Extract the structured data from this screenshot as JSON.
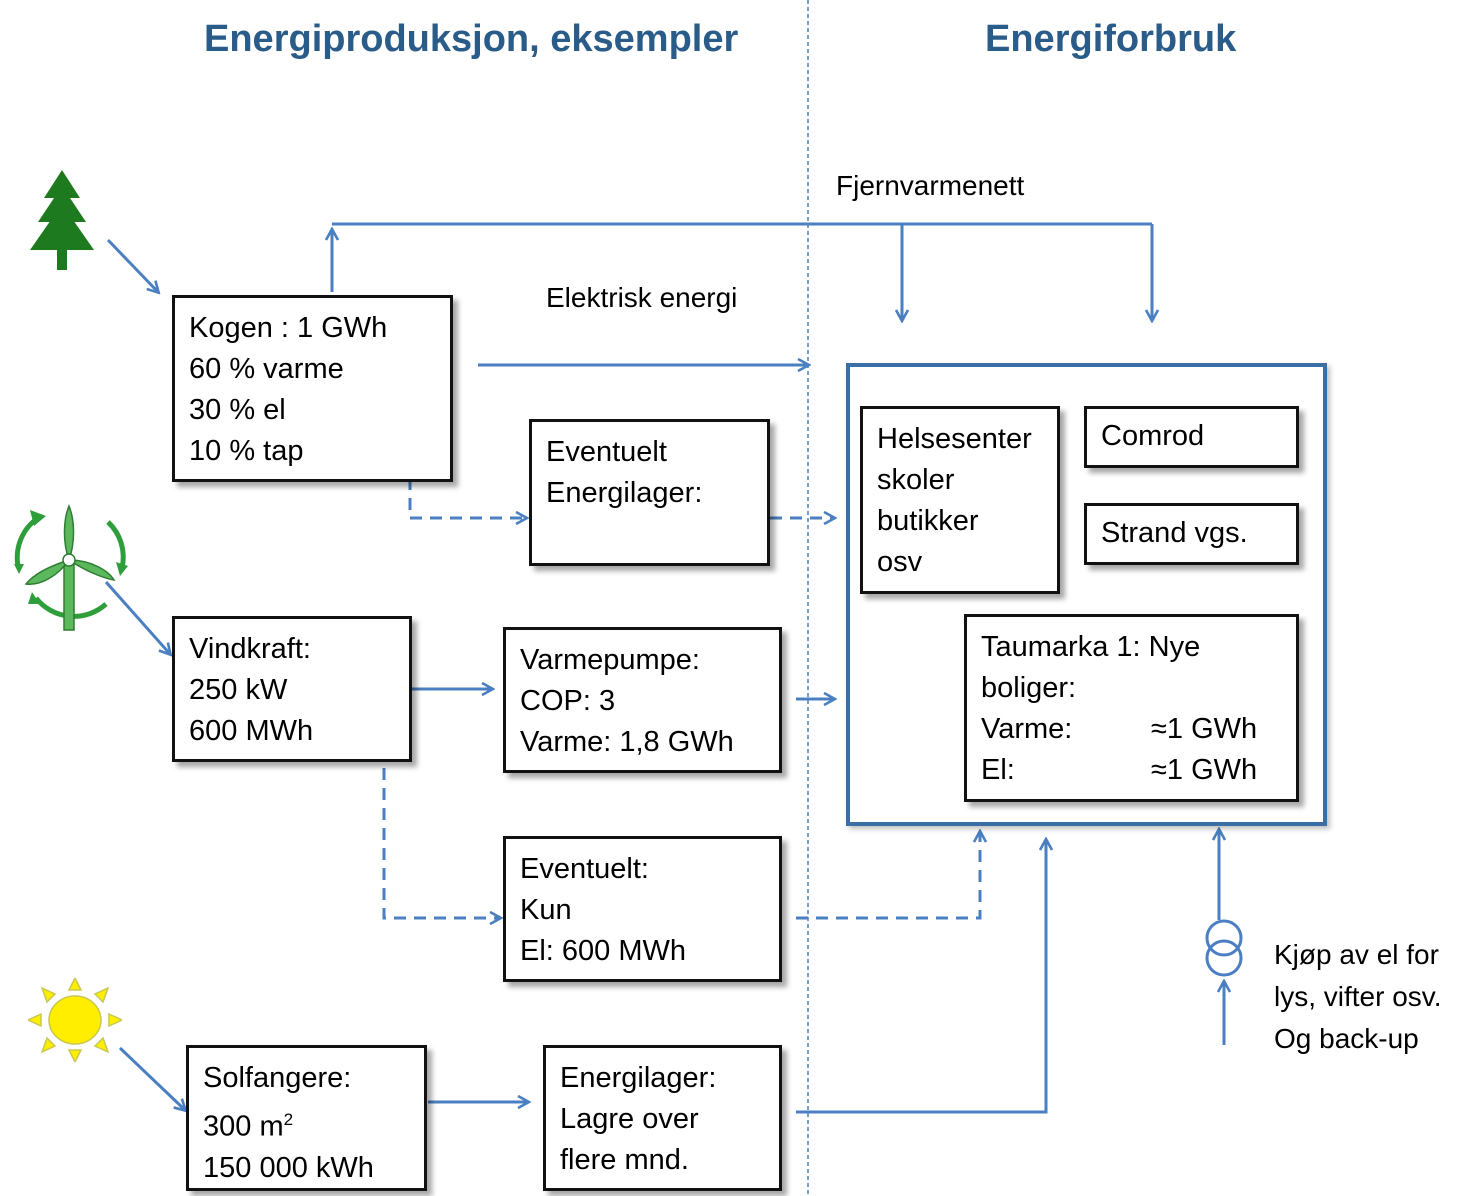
{
  "headings": {
    "left": "Energiproduksjon, eksempler",
    "right": "Energiforbruk"
  },
  "labels": {
    "district_heating": "Fjernvarmenett",
    "electric_energy": "Elektrisk energi",
    "purchase": [
      "Kjøp av el for",
      "lys, vifter osv.",
      "Og back-up"
    ]
  },
  "producers": {
    "kogen": [
      "Kogen : 1 GWh",
      "60 % varme",
      "30 % el",
      "10 % tap"
    ],
    "vindkraft": [
      "Vindkraft:",
      "250 kW",
      "600 MWh"
    ],
    "solfangere": {
      "line1": "Solfangere:",
      "area_value": "300 m",
      "area_sup": "2",
      "line3": "150 000 kWh"
    }
  },
  "converters": {
    "energilager_optional": [
      "Eventuelt",
      "Energilager:"
    ],
    "varmepumpe": [
      "Varmepumpe:",
      "COP: 3",
      "Varme: 1,8 GWh"
    ],
    "kun_el": [
      "Eventuelt:",
      "Kun",
      "El: 600 MWh"
    ],
    "energilager": [
      "Energilager:",
      "Lagre over",
      "flere mnd."
    ]
  },
  "consumers": {
    "helsesenter": [
      "Helsesenter",
      "skoler",
      "butikker",
      "osv"
    ],
    "comrod": "Comrod",
    "strand": "Strand vgs.",
    "taumarka": {
      "title": [
        "Taumarka 1: Nye",
        "boliger:"
      ],
      "rows": [
        {
          "label": "Varme:",
          "value": "≈1 GWh"
        },
        {
          "label": "El:",
          "value": "≈1 GWh"
        }
      ]
    }
  },
  "icons": [
    "tree-icon",
    "wind-turbine-icon",
    "recycle-arrows-icon",
    "sun-icon",
    "transformer-icon"
  ],
  "colors": {
    "heading": "#2a5c8a",
    "arrow": "#4a7fc1",
    "outer_border": "#3a6ea5",
    "tree": "#1e7a1e",
    "turbine": "#4caf50",
    "sun": "#ffee00"
  }
}
